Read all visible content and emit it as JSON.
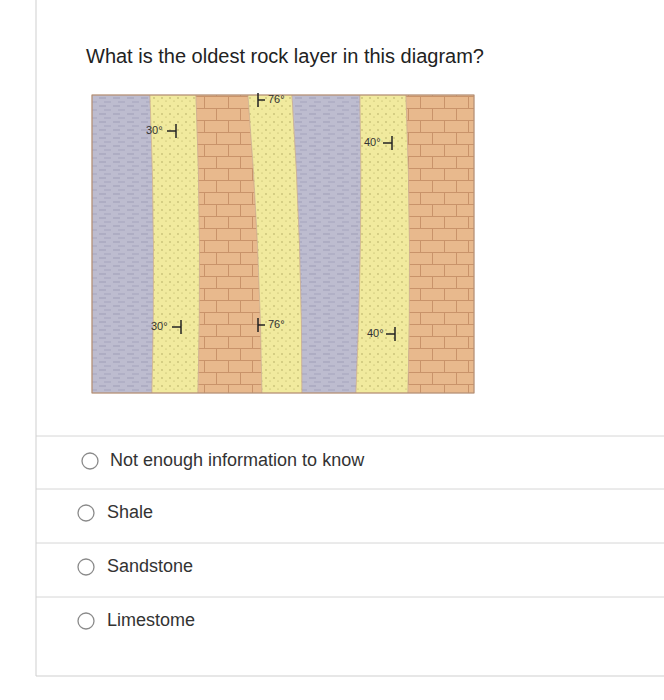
{
  "diagram": {
    "title": "What is the oldest rock layer in this diagram?",
    "labels": [
      "30°",
      "30°",
      "76°",
      "76°",
      "40°",
      "40°",
      "Not enough information to know",
      "Shale",
      "Sandstone",
      "Limestome"
    ]
  }
}
